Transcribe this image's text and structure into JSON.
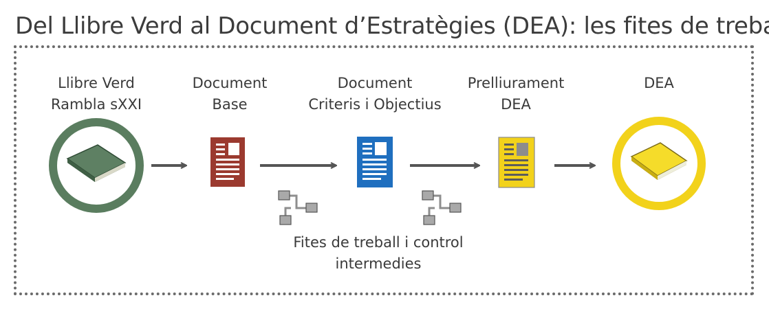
{
  "title": "Del Llibre Verd al Document d’Estratègies (DEA): les fites de treball",
  "stages": [
    {
      "line1": "Llibre Verd",
      "line2": "Rambla sXXI",
      "icon": "green-book-icon",
      "color": "#5a7d5f"
    },
    {
      "line1": "Document",
      "line2": "Base",
      "icon": "red-document-icon",
      "color": "#9b3a2f"
    },
    {
      "line1": "Document",
      "line2": "Criteris i Objectius",
      "icon": "blue-document-icon",
      "color": "#1f6fbf"
    },
    {
      "line1": "Prelliurament",
      "line2": "DEA",
      "icon": "yellow-document-icon",
      "color": "#f2d21b"
    },
    {
      "line1": "DEA",
      "line2": "",
      "icon": "yellow-book-icon",
      "color": "#f2d21b"
    }
  ],
  "milestones": {
    "line1": "Fites de treball i control",
    "line2": "intermedies",
    "icon": "workflow-icon"
  }
}
